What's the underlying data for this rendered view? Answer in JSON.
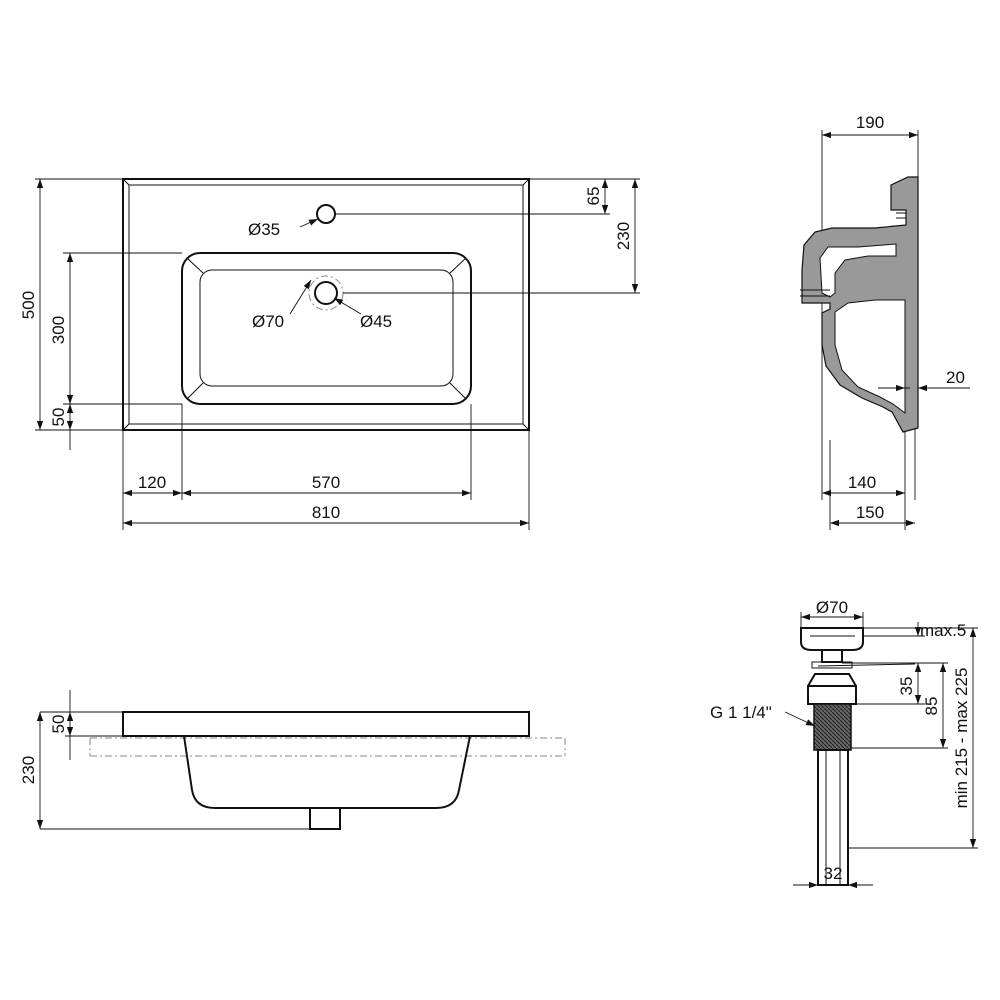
{
  "top_view": {
    "width_total": "810",
    "depth_total": "500",
    "bowl_width": "570",
    "left_offset": "120",
    "bowl_depth": "300",
    "front_rim": "50",
    "tap_hole_offset": "65",
    "drain_offset": "230",
    "tap_hole_diameter": "Ø35",
    "drain_outer_diameter": "Ø70",
    "drain_inner_diameter": "Ø45"
  },
  "side_view": {
    "top_depth": "190",
    "base_depth_140": "140",
    "base_depth_150": "150",
    "wall_thickness": "20"
  },
  "front_view": {
    "rim_height": "50",
    "total_height": "230"
  },
  "drain_detail": {
    "cap_diameter": "Ø70",
    "cap_max": "max.5",
    "neck_height": "35",
    "thread_height": "85",
    "thread_label": "G 1 1/4\"",
    "length_range": "min 215 - max 225",
    "pipe_diameter": "32"
  }
}
